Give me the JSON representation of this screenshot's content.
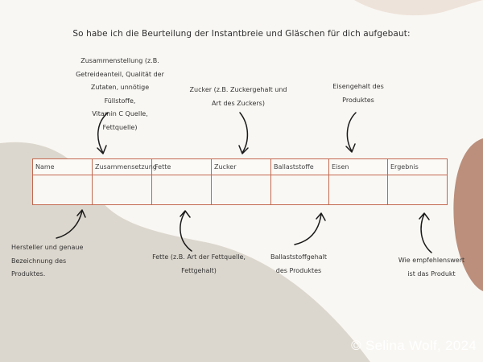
{
  "title": "So habe ich die Beurteilung der Instantbreie und Gläschen für dich aufgebaut:",
  "table": {
    "headers": [
      "Name",
      "Zusammensetzung",
      "Fette",
      "Zucker",
      "Ballaststoffe",
      "Eisen",
      "Ergebnis"
    ]
  },
  "annotations": {
    "zusammensetzung": "Zusammenstellung (z.B.\nGetreideanteil, Qualität der\nZutaten, unnötige Füllstoffe,\nVitamin C Quelle, Fettquelle)",
    "zucker": "Zucker (z.B. Zuckergehalt und\nArt des Zuckers)",
    "eisen": "Eisengehalt des\nProduktes",
    "name": "Hersteller und genaue\nBezeichnung des Produktes.",
    "fette": "Fette (z.B. Art der Fettquelle,\nFettgehalt)",
    "ballaststoffe": "Ballaststoffgehalt\ndes Produktes",
    "ergebnis": "Wie empfehlenswert\nist das Produkt"
  },
  "copyright": "© Selina Wolf, 2024",
  "colors": {
    "background": "#f9f7f3",
    "beige_shape": "#dcd7ce",
    "brown_shape": "#bb8f7c",
    "cream_shape": "#eee3da",
    "table_border": "#c1684f"
  }
}
